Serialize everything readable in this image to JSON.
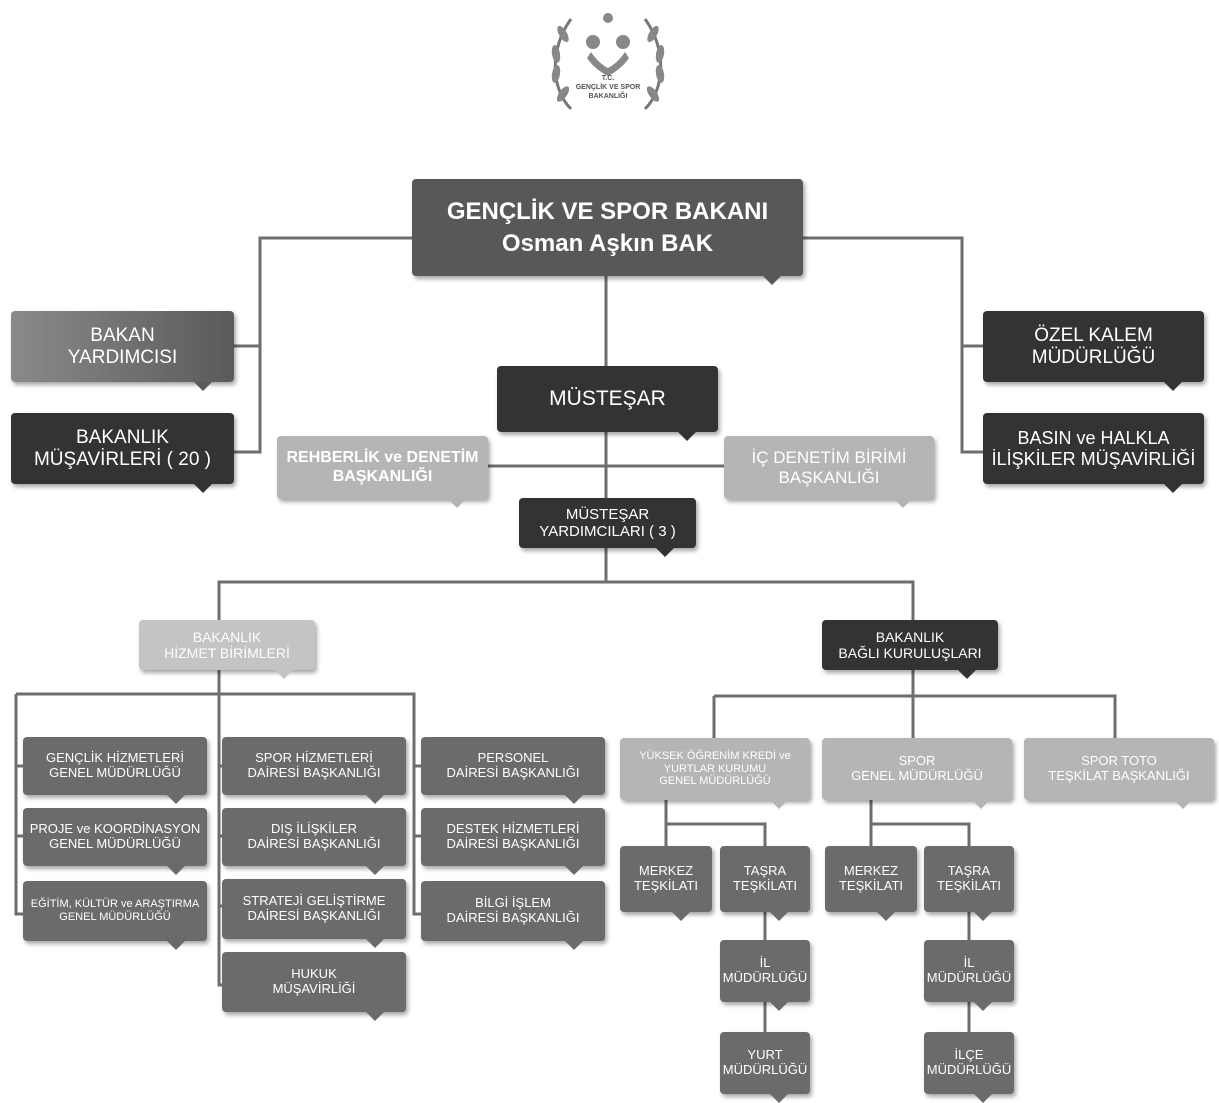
{
  "logo": {
    "org_line1": "T.C.",
    "org_line2": "GENÇLİK VE SPOR",
    "org_line3": "BAKANLIĞI"
  },
  "minister": {
    "line1": "GENÇLİK VE SPOR BAKANI",
    "line2": "Osman Aşkın BAK"
  },
  "left_units": [
    {
      "line1": "BAKAN",
      "line2": "YARDIMCISI"
    },
    {
      "line1": "BAKANLIK",
      "line2": "MÜŞAVİRLERİ ( 20 )"
    }
  ],
  "right_units": [
    {
      "line1": "ÖZEL KALEM",
      "line2": "MÜDÜRLÜĞÜ"
    },
    {
      "line1": "BASIN ve HALKLA",
      "line2": "İLİŞKİLER MÜŞAVİRLİĞİ"
    }
  ],
  "undersecretary": "MÜSTEŞAR",
  "inspection": {
    "line1": "REHBERLİK ve DENETİM",
    "line2": "BAŞKANLIĞI"
  },
  "internal_audit": {
    "line1": "İÇ DENETİM BİRİMİ",
    "line2": "BAŞKANLIĞI"
  },
  "deputy_undersecretaries": {
    "line1": "MÜSTEŞAR",
    "line2": "YARDIMCILARI ( 3 )"
  },
  "service_units": {
    "header": {
      "line1": "BAKANLIK",
      "line2": "HİZMET BİRİMLERİ"
    },
    "col1": [
      {
        "line1": "GENÇLİK HİZMETLERİ",
        "line2": "GENEL MÜDÜRLÜĞÜ"
      },
      {
        "line1": "PROJE ve KOORDİNASYON",
        "line2": "GENEL MÜDÜRLÜĞÜ"
      },
      {
        "line1": "EĞİTİM, KÜLTÜR ve ARAŞTIRMA",
        "line2": "GENEL MÜDÜRLÜĞÜ"
      }
    ],
    "col2": [
      {
        "line1": "SPOR HİZMETLERİ",
        "line2": "DAİRESİ BAŞKANLIĞI"
      },
      {
        "line1": "DIŞ İLİŞKİLER",
        "line2": "DAİRESİ BAŞKANLIĞI"
      },
      {
        "line1": "STRATEJİ GELİŞTİRME",
        "line2": "DAİRESİ BAŞKANLIĞI"
      },
      {
        "line1": "HUKUK",
        "line2": "MÜŞAVİRLİĞİ"
      }
    ],
    "col3": [
      {
        "line1": "PERSONEL",
        "line2": "DAİRESİ BAŞKANLIĞI"
      },
      {
        "line1": "DESTEK HİZMETLERİ",
        "line2": "DAİRESİ BAŞKANLIĞI"
      },
      {
        "line1": "BİLGİ İŞLEM",
        "line2": "DAİRESİ BAŞKANLIĞI"
      }
    ]
  },
  "affiliated": {
    "header": {
      "line1": "BAKANLIK",
      "line2": "BAĞLI KURULUŞLARI"
    },
    "kyk": {
      "line1": "YÜKSEK ÖĞRENİM KREDİ ve",
      "line2": "YURTLAR KURUMU",
      "line3": "GENEL MÜDÜRLÜĞÜ"
    },
    "sgm": {
      "line1": "SPOR",
      "line2": "GENEL MÜDÜRLÜĞÜ"
    },
    "toto": {
      "line1": "SPOR TOTO",
      "line2": "TEŞKİLAT BAŞKANLIĞI"
    },
    "kyk_center": {
      "line1": "MERKEZ",
      "line2": "TEŞKİLATI"
    },
    "kyk_province": {
      "line1": "TAŞRA",
      "line2": "TEŞKİLATI"
    },
    "kyk_il": {
      "line1": "İL",
      "line2": "MÜDÜRLÜĞÜ"
    },
    "kyk_yurt": {
      "line1": "YURT",
      "line2": "MÜDÜRLÜĞÜ"
    },
    "sgm_center": {
      "line1": "MERKEZ",
      "line2": "TEŞKİLATI"
    },
    "sgm_province": {
      "line1": "TAŞRA",
      "line2": "TEŞKİLATI"
    },
    "sgm_il": {
      "line1": "İL",
      "line2": "MÜDÜRLÜĞÜ"
    },
    "sgm_ilce": {
      "line1": "İLÇE",
      "line2": "MÜDÜRLÜĞÜ"
    }
  },
  "colors": {
    "connector": "#6e6e6e",
    "dark_box": "#333333",
    "light_box": "#b5b5b5"
  }
}
